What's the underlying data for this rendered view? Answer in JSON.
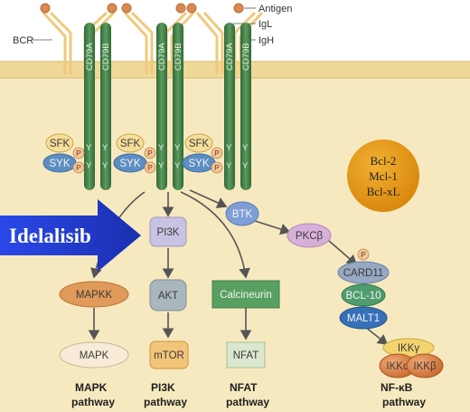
{
  "receptor": {
    "antigen": "Antigen",
    "igl": "IgL",
    "igh": "IgH",
    "bcr": "BCR",
    "cd79a": "CD79A",
    "cd79b": "CD79B"
  },
  "kinases": {
    "sfk": "SFK",
    "syk": "SYK",
    "y": "Y",
    "p": "P"
  },
  "nodes": {
    "btk": "BTK",
    "pi3k": "PI3K",
    "pkcb": "PKCβ",
    "mapkk": "MAPKK",
    "mapk": "MAPK",
    "akt": "AKT",
    "mtor": "mTOR",
    "calcineurin": "Calcineurin",
    "nfat": "NFAT",
    "card11": "CARD11",
    "bcl10": "BCL-10",
    "malt1": "MALT1",
    "ikkg": "IKKγ",
    "ikka": "IKKα",
    "ikkb": "IKKβ"
  },
  "bcl_proteins": [
    "Bcl-2",
    "Mcl-1",
    "Bcl-xL"
  ],
  "drug": "Idelalisib",
  "pathways": [
    {
      "name": "MAPK",
      "word": "pathway"
    },
    {
      "name": "PI3K",
      "word": "pathway"
    },
    {
      "name": "NFAT",
      "word": "pathway"
    },
    {
      "name": "NF-κB",
      "word": "pathway"
    }
  ],
  "colors": {
    "cytoplasm": "#f7e9bf",
    "membrane": "#efd898",
    "receptor": "#f0c97a",
    "cd79": "#3e7c46",
    "syk": "#5d8ec2",
    "sfk": "#f6de9a",
    "drug_arrow": "#1f3fd6",
    "bcl_circle": "#e4970f",
    "pi3k_node": "#c9c3e3",
    "calcineurin": "#58a062",
    "mapkk": "#e09a5a",
    "card11": "#98a8c4",
    "bcl10": "#4f9c6c",
    "malt1": "#3670b8"
  }
}
